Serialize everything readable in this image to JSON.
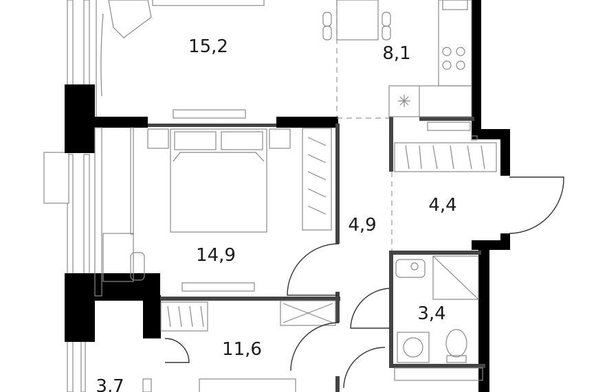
{
  "rooms": [
    {
      "id": "living",
      "area": "15,2"
    },
    {
      "id": "kitchen",
      "area": "8,1"
    },
    {
      "id": "bedroom",
      "area": "14,9"
    },
    {
      "id": "hall",
      "area": "4,9"
    },
    {
      "id": "entry",
      "area": "4,4"
    },
    {
      "id": "bathroom",
      "area": "3,4"
    },
    {
      "id": "room3",
      "area": "11,6"
    },
    {
      "id": "balcony",
      "area": "3,7"
    }
  ],
  "colors": {
    "wall": "#000000",
    "furniture": "#888888",
    "text": "#1a1a1a"
  }
}
